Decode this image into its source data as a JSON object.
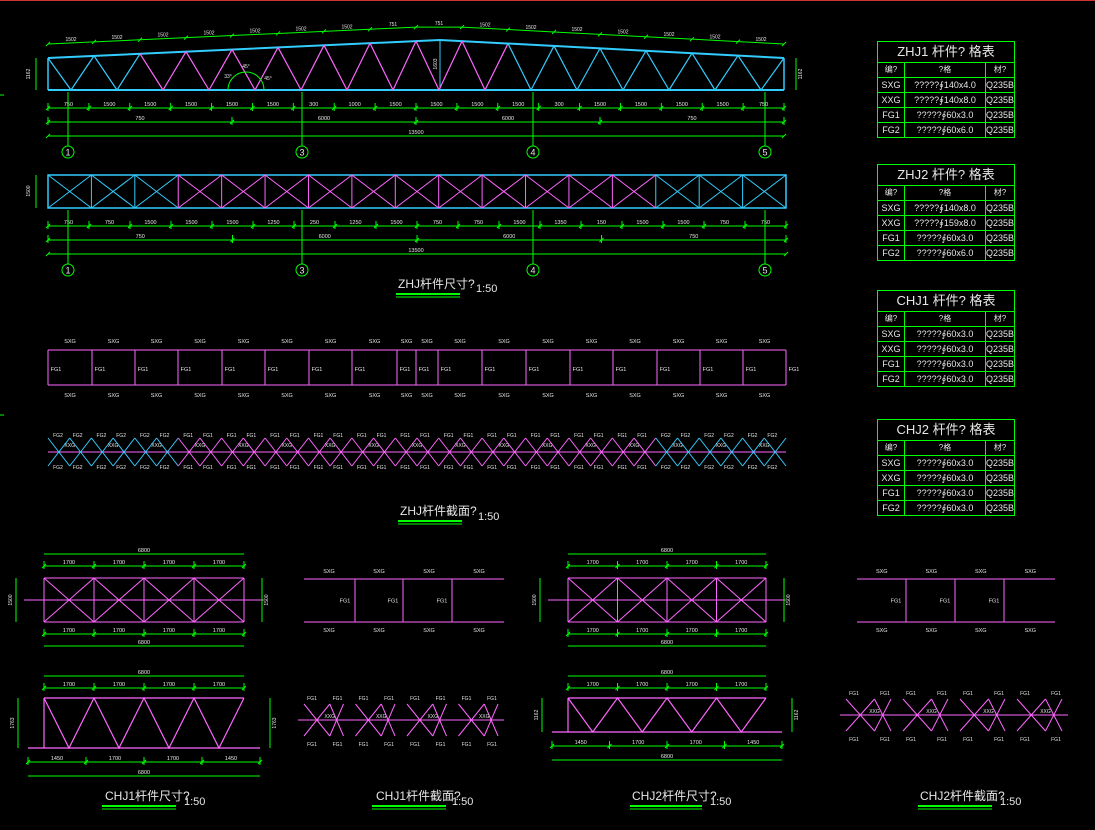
{
  "window": {
    "background": "#000000",
    "accent": "#00ff00",
    "member_color": "#ff66ff",
    "chord_color": "#33ccff",
    "text_color": "#e6e6e6"
  },
  "zhj_top_dims": [
    "1502",
    "1502",
    "1502",
    "1502",
    "1502",
    "1502",
    "1502",
    "751",
    "751",
    "1502",
    "1502",
    "1502",
    "1502",
    "1502",
    "1502",
    "1502"
  ],
  "zhj_bottom_dims_1": [
    "750",
    "1500",
    "1500",
    "1500",
    "1500",
    "1500",
    "300",
    "1000",
    "1500",
    "1500",
    "1500",
    "1500",
    "300",
    "1500",
    "1500",
    "1500",
    "1500",
    "750"
  ],
  "zhj_bottom_dims_2": [
    "750",
    "6000",
    "6000",
    "750"
  ],
  "zhj_total": "13500",
  "zhj_height_left": "1162",
  "zhj_height_right": "1162",
  "zhj_mid_height": "1603",
  "zhj_angles": [
    "33°",
    "45°",
    "45°"
  ],
  "axes": [
    "1",
    "3",
    "4",
    "5"
  ],
  "plan_height": "1500",
  "plan_dims_1": [
    "750",
    "750",
    "1500",
    "1500",
    "1500",
    "1250",
    "250",
    "1250",
    "1500",
    "750",
    "750",
    "1500",
    "1350",
    "150",
    "1500",
    "1500",
    "750",
    "750"
  ],
  "zhj_size_title": "ZHJ杆件尺寸?",
  "zhj_size_scale": "1:50",
  "zhj_section_title": "ZHJ杆件截面?",
  "zhj_section_scale": "1:50",
  "chj1_size_title": "CHJ1杆件尺寸?",
  "chj1_size_scale": "1:50",
  "chj1_section_title": "CHJ1杆件截面?",
  "chj1_section_scale": "1:50",
  "chj2_size_title": "CHJ2杆件尺寸?",
  "chj2_size_scale": "1:50",
  "chj2_section_title": "CHJ2杆件截面?",
  "chj2_section_scale": "1:50",
  "chj1_dims": {
    "total": "6800",
    "panels": [
      "1700",
      "1700",
      "1700",
      "1700"
    ],
    "height": "1500",
    "bottom": [
      "1450",
      "1700",
      "1700",
      "1450"
    ],
    "side": "1763"
  },
  "chj2_dims": {
    "total": "6800",
    "panels": [
      "1700",
      "1700",
      "1700",
      "1700"
    ],
    "height": "1500",
    "bottom": [
      "1450",
      "1700",
      "1700",
      "1450"
    ],
    "side": "1162"
  },
  "labels": {
    "sxg": "SXG",
    "xxg": "XXG",
    "fg1": "FG1",
    "fg2": "FG2"
  },
  "tables": [
    {
      "title": "ZHJ1 杆件? 格表",
      "head": [
        "编?",
        "?格",
        "材?"
      ],
      "rows": [
        [
          "SXG",
          "?????∮140x4.0",
          "Q235B"
        ],
        [
          "XXG",
          "?????∮140x8.0",
          "Q235B"
        ],
        [
          "FG1",
          "?????∮60x3.0",
          "Q235B"
        ],
        [
          "FG2",
          "?????∮60x6.0",
          "Q235B"
        ]
      ]
    },
    {
      "title": "ZHJ2 杆件? 格表",
      "head": [
        "编?",
        "?格",
        "材?"
      ],
      "rows": [
        [
          "SXG",
          "?????∮140x8.0",
          "Q235B"
        ],
        [
          "XXG",
          "?????∮159x8.0",
          "Q235B"
        ],
        [
          "FG1",
          "?????∮60x3.0",
          "Q235B"
        ],
        [
          "FG2",
          "?????∮60x6.0",
          "Q235B"
        ]
      ]
    },
    {
      "title": "CHJ1 杆件? 格表",
      "head": [
        "编?",
        "?格",
        "材?"
      ],
      "rows": [
        [
          "SXG",
          "?????∮60x3.0",
          "Q235B"
        ],
        [
          "XXG",
          "?????∮60x3.0",
          "Q235B"
        ],
        [
          "FG1",
          "?????∮60x3.0",
          "Q235B"
        ],
        [
          "FG2",
          "?????∮60x3.0",
          "Q235B"
        ]
      ]
    },
    {
      "title": "CHJ2 杆件? 格表",
      "head": [
        "编?",
        "?格",
        "材?"
      ],
      "rows": [
        [
          "SXG",
          "?????∮60x3.0",
          "Q235B"
        ],
        [
          "XXG",
          "?????∮60x3.0",
          "Q235B"
        ],
        [
          "FG1",
          "?????∮60x3.0",
          "Q235B"
        ],
        [
          "FG2",
          "?????∮60x3.0",
          "Q235B"
        ]
      ]
    }
  ]
}
